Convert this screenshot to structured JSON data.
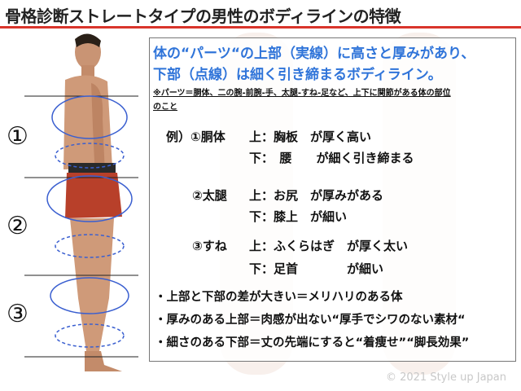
{
  "title": "骨格診断ストレートタイプの男性のボディラインの特徴",
  "markers": [
    "①",
    "②",
    "③"
  ],
  "box": {
    "headline1": "体の“パーツ“の上部（実線）に高さと厚みがあり、",
    "headline2": "下部（点線）は細く引き締まるボディライン。",
    "note1": "※パーツ＝胴体、二の腕-前腕-手、太腿-すね-足など、上下に関節がある体の部位",
    "note2": "のこと",
    "examples": [
      {
        "label": "例）①胴体",
        "upper": "上：胸板　が厚く高い",
        "lower": "下：　腰　　が細く引き締まる"
      },
      {
        "label": "②太腿",
        "upper": "上：お尻　が厚みがある",
        "lower": "下：膝上　が細い"
      },
      {
        "label": "③すね",
        "upper": "上：ふくらはぎ　が厚く太い",
        "lower": "下：足首　　　　が細い"
      }
    ],
    "bullets": [
      "・上部と下部の差が大きい＝メリハリのある体",
      "・厚みのある上部＝肉感が出ない“厚手でシワのない素材“",
      "・細さのある下部＝丈の先端にすると“着痩せ”“脚長効果”"
    ]
  },
  "copyright": "© 2021 Style up Japan",
  "colors": {
    "accent": "#2f74d9",
    "title_rule": "#d9342b",
    "ellipse": "#3a5fd0",
    "shorts": "#b8402a"
  }
}
